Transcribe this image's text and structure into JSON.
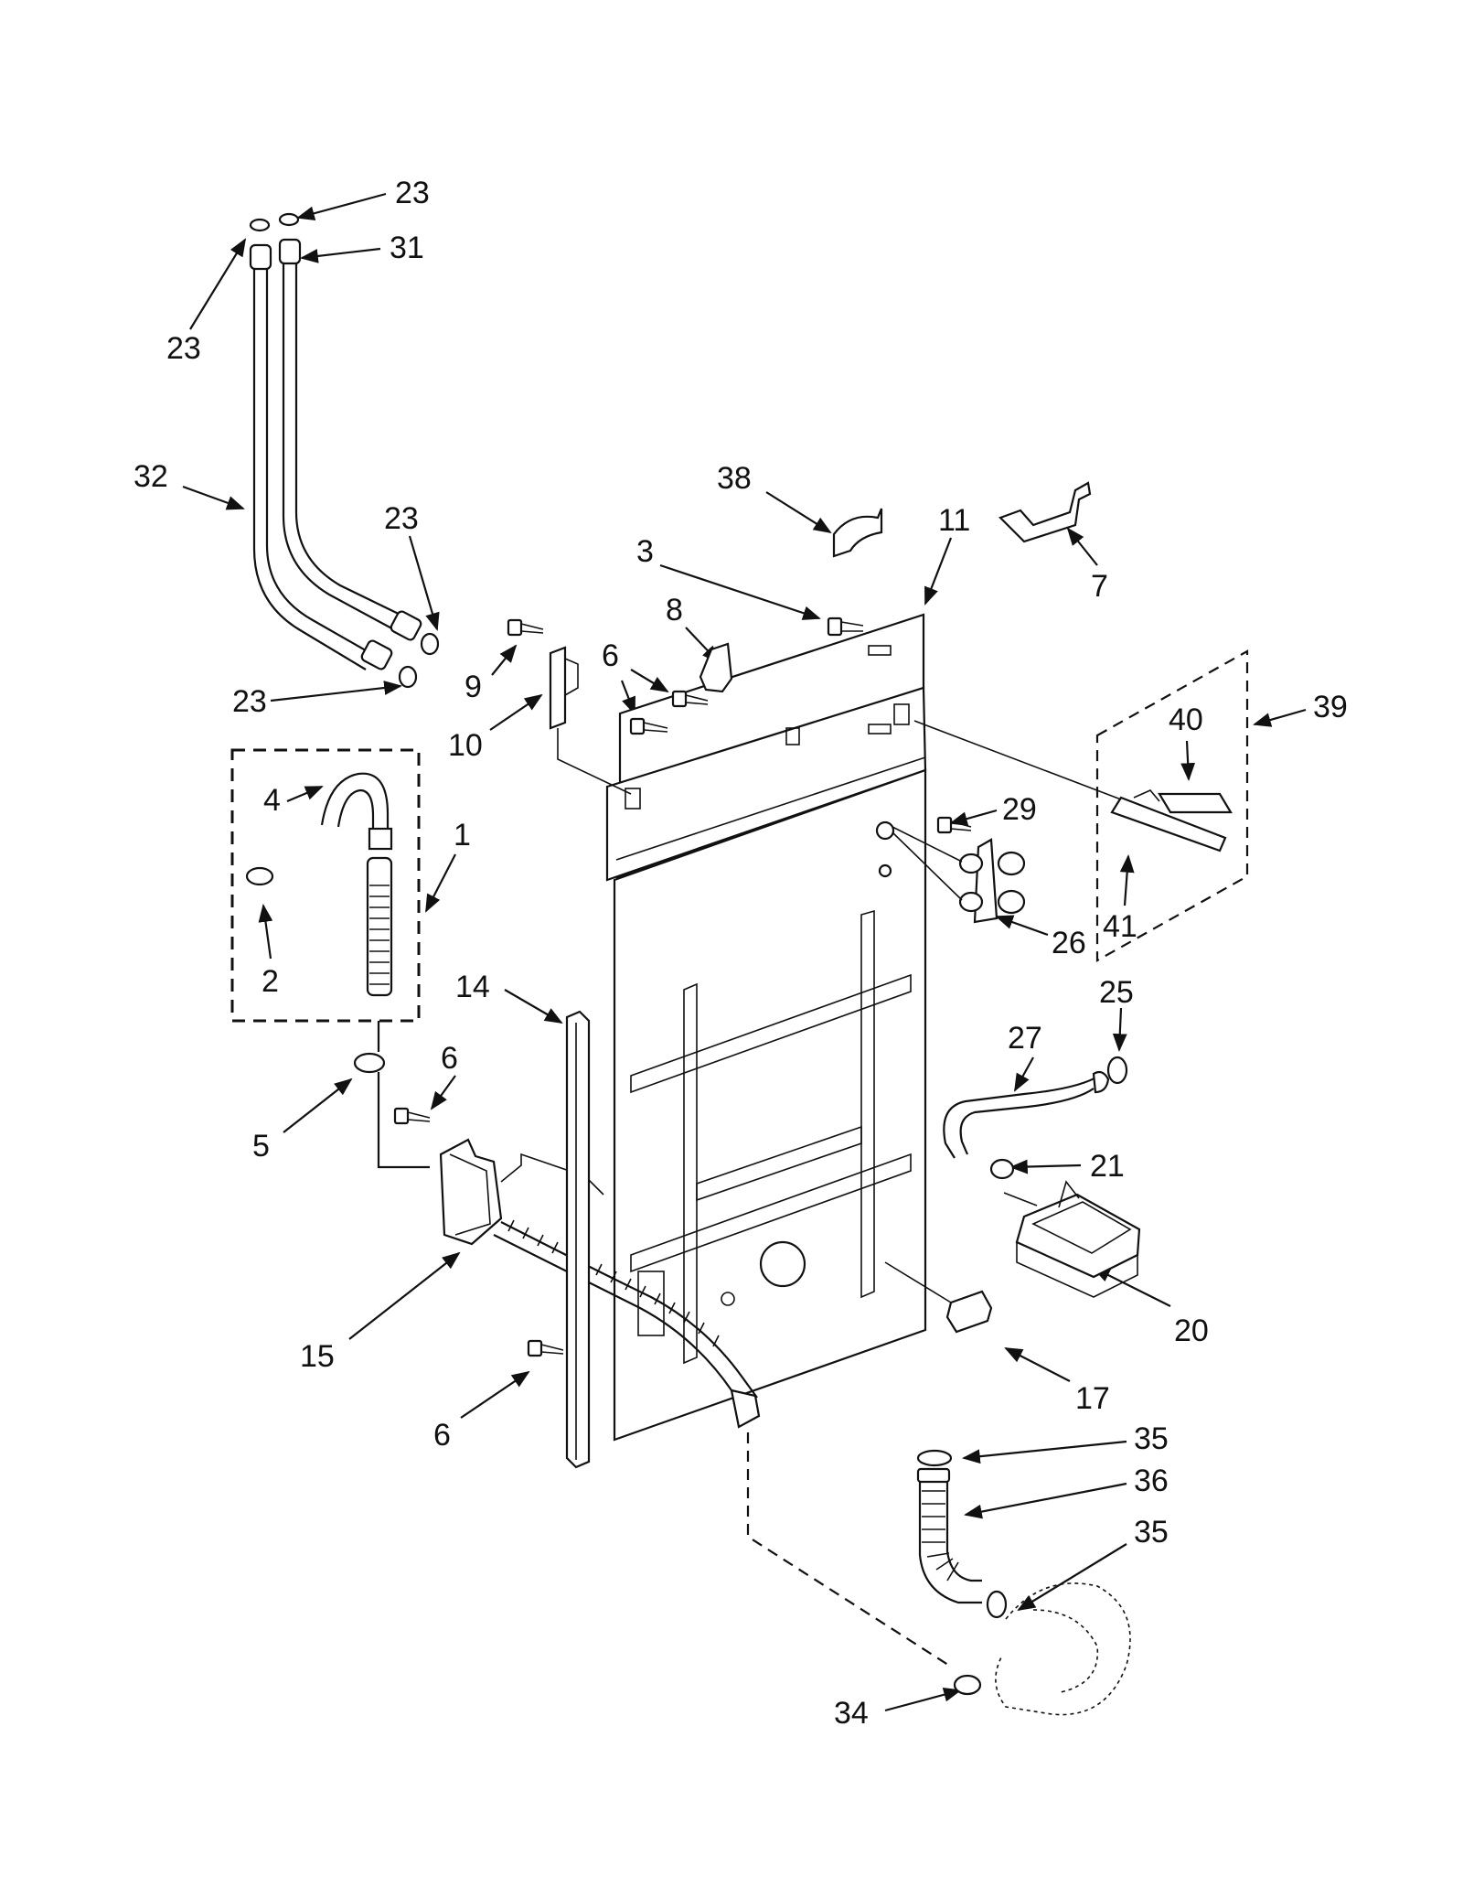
{
  "callouts": [
    {
      "id": "c23a",
      "text": "23"
    },
    {
      "id": "c31",
      "text": "31"
    },
    {
      "id": "c23b",
      "text": "23"
    },
    {
      "id": "c32",
      "text": "32"
    },
    {
      "id": "c23c",
      "text": "23"
    },
    {
      "id": "c23d",
      "text": "23"
    },
    {
      "id": "c38",
      "text": "38"
    },
    {
      "id": "c11",
      "text": "11"
    },
    {
      "id": "c7",
      "text": "7"
    },
    {
      "id": "c3",
      "text": "3"
    },
    {
      "id": "c8",
      "text": "8"
    },
    {
      "id": "c6a",
      "text": "6"
    },
    {
      "id": "c9",
      "text": "9"
    },
    {
      "id": "c10",
      "text": "10"
    },
    {
      "id": "c4",
      "text": "4"
    },
    {
      "id": "c1",
      "text": "1"
    },
    {
      "id": "c2",
      "text": "2"
    },
    {
      "id": "c39",
      "text": "39"
    },
    {
      "id": "c40",
      "text": "40"
    },
    {
      "id": "c29",
      "text": "29"
    },
    {
      "id": "c41",
      "text": "41"
    },
    {
      "id": "c26",
      "text": "26"
    },
    {
      "id": "c25",
      "text": "25"
    },
    {
      "id": "c27",
      "text": "27"
    },
    {
      "id": "c14",
      "text": "14"
    },
    {
      "id": "c6b",
      "text": "6"
    },
    {
      "id": "c5",
      "text": "5"
    },
    {
      "id": "c21",
      "text": "21"
    },
    {
      "id": "c15",
      "text": "15"
    },
    {
      "id": "c20",
      "text": "20"
    },
    {
      "id": "c17",
      "text": "17"
    },
    {
      "id": "c6c",
      "text": "6"
    },
    {
      "id": "c35a",
      "text": "35"
    },
    {
      "id": "c36",
      "text": "36"
    },
    {
      "id": "c35b",
      "text": "35"
    },
    {
      "id": "c34",
      "text": "34"
    }
  ]
}
